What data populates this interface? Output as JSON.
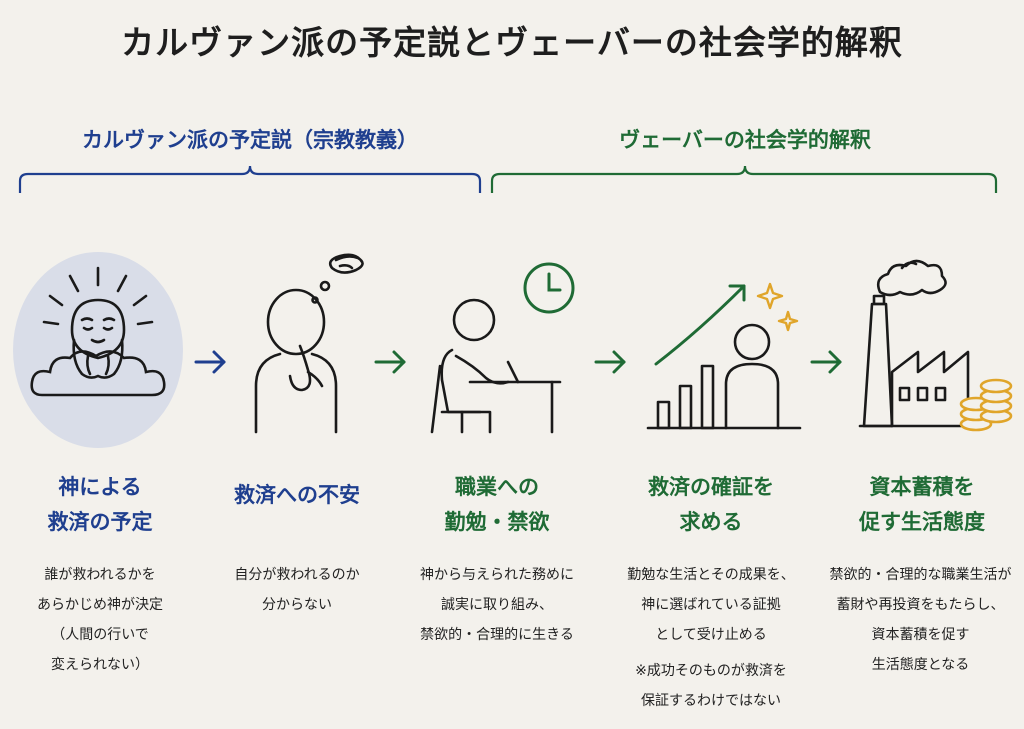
{
  "title": "カルヴァン派の予定説とヴェーバーの社会学的解釈",
  "groups": {
    "left_label": "カルヴァン派の予定説（宗教教義）",
    "right_label": "ヴェーバーの社会学的解釈"
  },
  "colors": {
    "blue": "#1f3f8f",
    "green": "#1f6b35",
    "gold": "#e0a52a",
    "halo": "#d9dde8"
  },
  "steps": [
    {
      "icon": "god-on-cloud-icon",
      "heading": [
        "神による",
        "救済の予定"
      ],
      "desc": [
        "誰が救われるかを",
        "あらかじめ神が決定",
        "（人間の行いで",
        "変えられない）"
      ]
    },
    {
      "icon": "anxious-person-icon",
      "heading": [
        "救済への不安"
      ],
      "desc": [
        "自分が救われるのか",
        "分からない"
      ]
    },
    {
      "icon": "person-working-at-desk-icon",
      "heading": [
        "職業への",
        "勤勉・禁欲"
      ],
      "desc": [
        "神から与えられた務めに",
        "誠実に取り組み、",
        "禁欲的・合理的に生きる"
      ]
    },
    {
      "icon": "growth-chart-person-icon",
      "heading": [
        "救済の確証を",
        "求める"
      ],
      "desc": [
        "勤勉な生活とその成果を、",
        "神に選ばれている証拠",
        "として受け止める"
      ],
      "note": [
        "※成功そのものが救済を",
        "保証するわけではない"
      ]
    },
    {
      "icon": "factory-coins-icon",
      "heading": [
        "資本蓄積を",
        "促す生活態度"
      ],
      "desc": [
        "禁欲的・合理的な職業生活が",
        "蓄財や再投資をもたらし、",
        "資本蓄積を促す",
        "生活態度となる"
      ]
    }
  ]
}
